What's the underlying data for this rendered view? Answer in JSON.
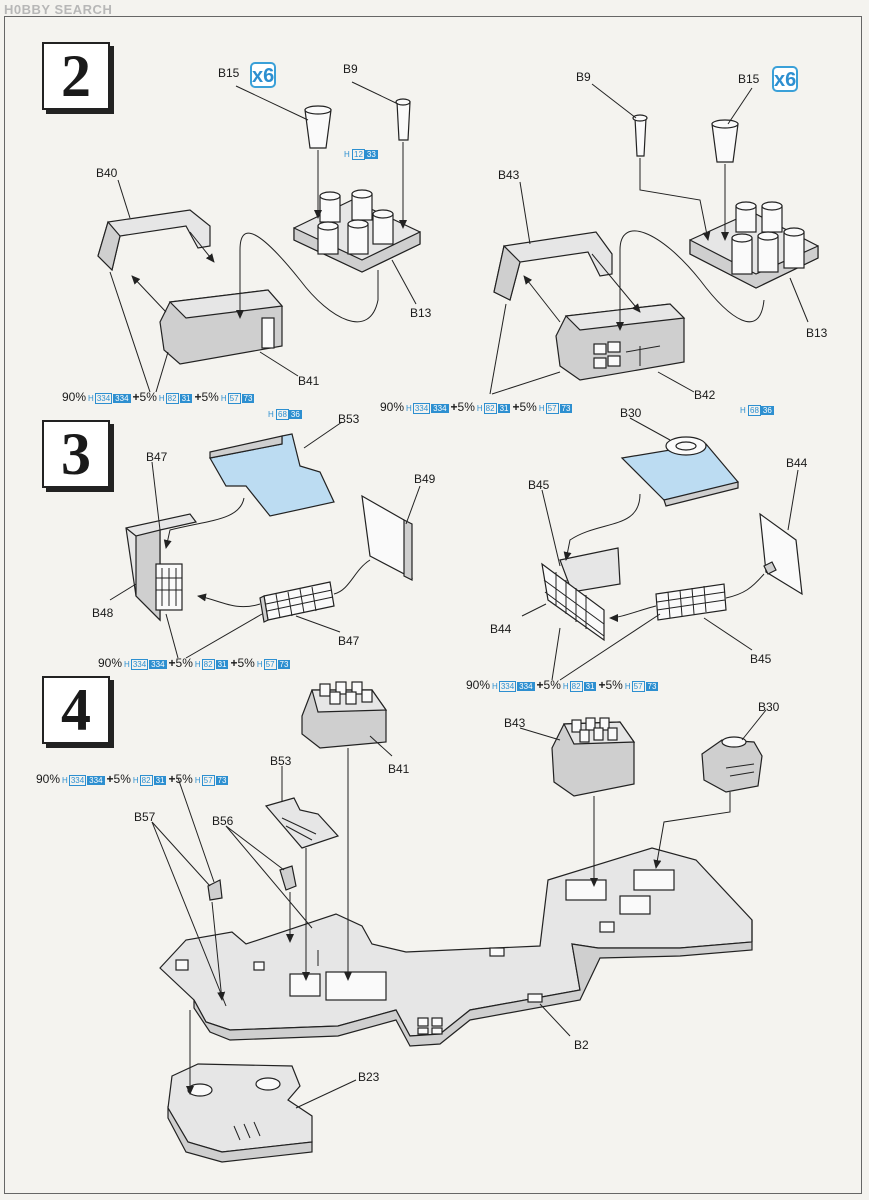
{
  "header": {
    "watermark": "H0BBY SEARCH"
  },
  "steps": [
    {
      "number": "2"
    },
    {
      "number": "3"
    },
    {
      "number": "4"
    }
  ],
  "step2": {
    "left": {
      "quantity": "x6",
      "parts": [
        "B15",
        "B9",
        "B40",
        "B13",
        "B41"
      ],
      "code": {
        "h": "H",
        "n": "12",
        "b": "33"
      }
    },
    "right": {
      "quantity": "x6",
      "parts": [
        "B9",
        "B15",
        "B43",
        "B13",
        "B42"
      ]
    }
  },
  "step3": {
    "left": {
      "parts": [
        "B53",
        "B47",
        "B49",
        "B48",
        "B47"
      ],
      "code": {
        "h": "H",
        "n": "68",
        "b": "36"
      }
    },
    "right": {
      "parts": [
        "B30",
        "B45",
        "B44",
        "B44",
        "B45"
      ],
      "code": {
        "h": "H",
        "n": "68",
        "b": "36"
      }
    }
  },
  "step4": {
    "parts": [
      "B41",
      "B43",
      "B30",
      "B53",
      "B57",
      "B56",
      "B2",
      "B23"
    ]
  },
  "mix": {
    "p1": "90%",
    "h1": "H",
    "n1": "334",
    "b1": "334",
    "plus": "+",
    "p2": "5%",
    "h2": "H",
    "n2": "82",
    "b2": "31",
    "p3": "5%",
    "h3": "H",
    "n3": "57",
    "b3": "73"
  },
  "colors": {
    "accent": "#2d8fd0",
    "panel": "#bcdcf2"
  }
}
